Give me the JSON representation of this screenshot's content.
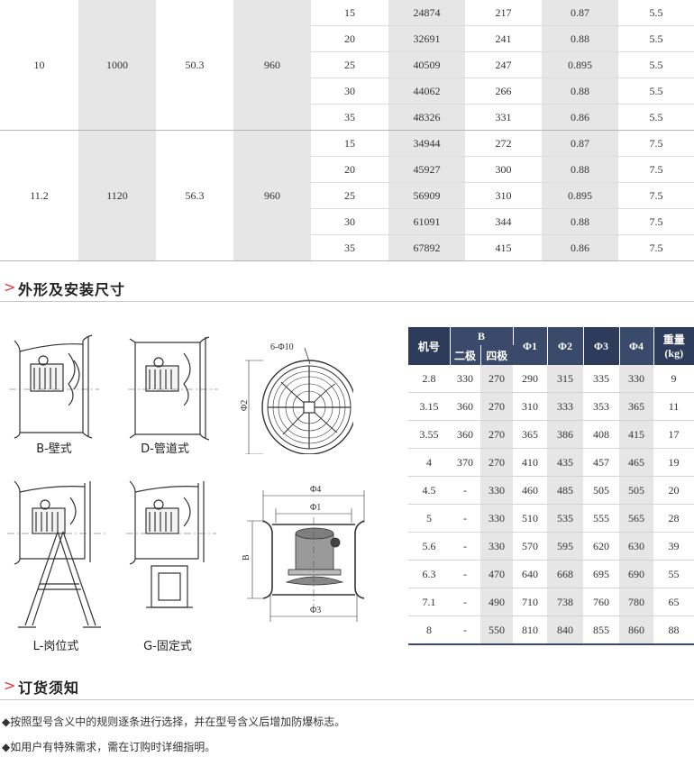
{
  "perf_table": {
    "groups": [
      {
        "no": "10",
        "dia": "1000",
        "speed_ms": "50.3",
        "rpm": "960",
        "rows": [
          [
            "15",
            "24874",
            "217",
            "0.87",
            "5.5"
          ],
          [
            "20",
            "32691",
            "241",
            "0.88",
            "5.5"
          ],
          [
            "25",
            "40509",
            "247",
            "0.895",
            "5.5"
          ],
          [
            "30",
            "44062",
            "266",
            "0.88",
            "5.5"
          ],
          [
            "35",
            "48326",
            "331",
            "0.86",
            "5.5"
          ]
        ]
      },
      {
        "no": "11.2",
        "dia": "1120",
        "speed_ms": "56.3",
        "rpm": "960",
        "rows": [
          [
            "15",
            "34944",
            "272",
            "0.87",
            "7.5"
          ],
          [
            "20",
            "45927",
            "300",
            "0.88",
            "7.5"
          ],
          [
            "25",
            "56909",
            "310",
            "0.895",
            "7.5"
          ],
          [
            "30",
            "61091",
            "344",
            "0.88",
            "7.5"
          ],
          [
            "35",
            "67892",
            "415",
            "0.86",
            "7.5"
          ]
        ]
      }
    ]
  },
  "section_outline": {
    "arrow": ">",
    "title": "外形及安装尺寸"
  },
  "drawings": {
    "b_label": "B-壁式",
    "d_label": "D-管道式",
    "l_label": "L-岗位式",
    "g_label": "G-固定式",
    "front_holes": "6-Φ10",
    "front_dia": "Φ2",
    "side_phi4": "Φ4",
    "side_phi1": "Φ1",
    "side_phi3": "Φ3",
    "side_b": "B"
  },
  "dim_table": {
    "h_model": "机号",
    "h_b": "B",
    "h_b2": "二极",
    "h_b4": "四极",
    "h_p1": "Φ1",
    "h_p2": "Φ2",
    "h_p3": "Φ3",
    "h_p4": "Φ4",
    "h_weight": "重量",
    "h_weight_unit": "(kg)",
    "rows": [
      [
        "2.8",
        "330",
        "270",
        "290",
        "315",
        "335",
        "330",
        "9"
      ],
      [
        "3.15",
        "360",
        "270",
        "310",
        "333",
        "353",
        "365",
        "11"
      ],
      [
        "3.55",
        "360",
        "270",
        "365",
        "386",
        "408",
        "415",
        "17"
      ],
      [
        "4",
        "370",
        "270",
        "410",
        "435",
        "457",
        "465",
        "19"
      ],
      [
        "4.5",
        "-",
        "330",
        "460",
        "485",
        "505",
        "505",
        "20"
      ],
      [
        "5",
        "-",
        "330",
        "510",
        "535",
        "555",
        "565",
        "28"
      ],
      [
        "5.6",
        "-",
        "330",
        "570",
        "595",
        "620",
        "630",
        "39"
      ],
      [
        "6.3",
        "-",
        "470",
        "640",
        "668",
        "695",
        "690",
        "55"
      ],
      [
        "7.1",
        "-",
        "490",
        "710",
        "738",
        "760",
        "780",
        "65"
      ],
      [
        "8",
        "-",
        "550",
        "810",
        "840",
        "855",
        "860",
        "88"
      ]
    ]
  },
  "section_order": {
    "arrow": ">",
    "title": "订货须知"
  },
  "notes": [
    "◆按照型号含义中的规则逐条进行选择，并在型号含义后增加防爆标志。",
    "◆如用户有特殊需求，需在订购时详细指明。"
  ]
}
